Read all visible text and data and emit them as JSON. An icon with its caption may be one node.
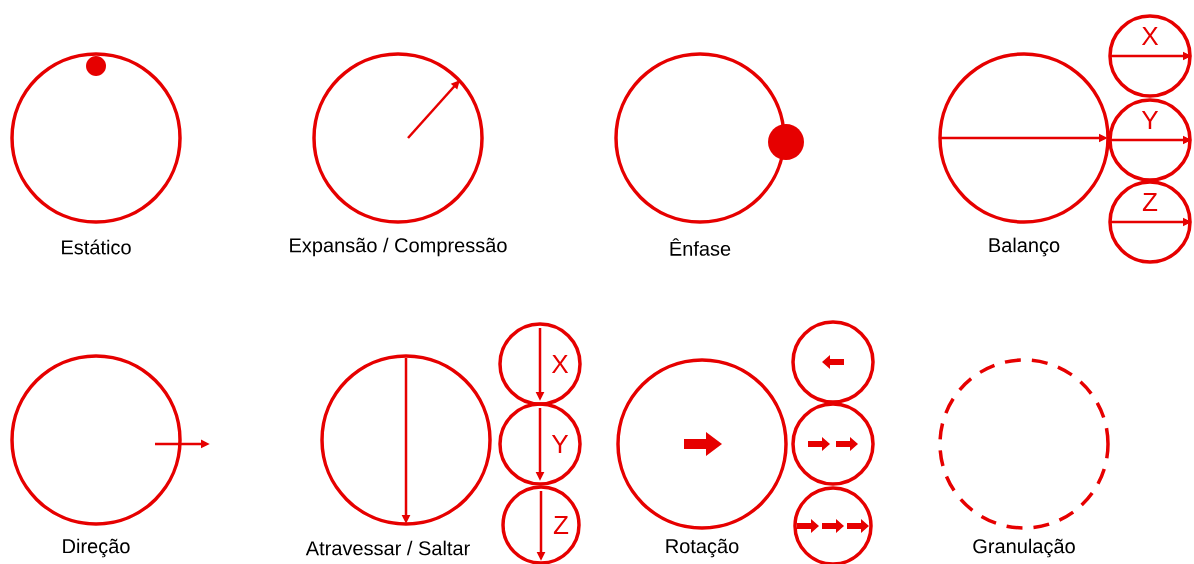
{
  "diagram": {
    "nodes": [
      {
        "text": [],
        "shape": "circle",
        "beside": [
          "Estático"
        ]
      },
      {
        "text": [],
        "shape": "circle",
        "beside": [
          "Expansão / Compressão"
        ]
      },
      {
        "text": [],
        "shape": "circle",
        "beside": [
          "Ênfase"
        ]
      },
      {
        "text": [],
        "shape": "circle",
        "beside": [
          "Balanço"
        ]
      },
      {
        "text": [
          "X"
        ]
      },
      {
        "text": [
          "Y"
        ]
      },
      {
        "text": [
          "Z"
        ]
      },
      {
        "text": [],
        "shape": "circle",
        "beside": [
          "Direção"
        ]
      },
      {
        "text": [],
        "shape": "circle",
        "beside": [
          "Atravessar / Saltar"
        ]
      },
      {
        "text": [
          "X"
        ]
      },
      {
        "text": [
          "Y"
        ]
      },
      {
        "text": [
          "Z"
        ]
      },
      {
        "text": [],
        "shape": "circle",
        "beside": [
          "Rotação"
        ]
      },
      {
        "text": [],
        "shape": "circle"
      },
      {
        "text": [],
        "shape": "circle"
      },
      {
        "text": [],
        "shape": "circle"
      },
      {
        "text": [],
        "shape": "circle",
        "beside": [
          "Granulação"
        ]
      }
    ]
  }
}
